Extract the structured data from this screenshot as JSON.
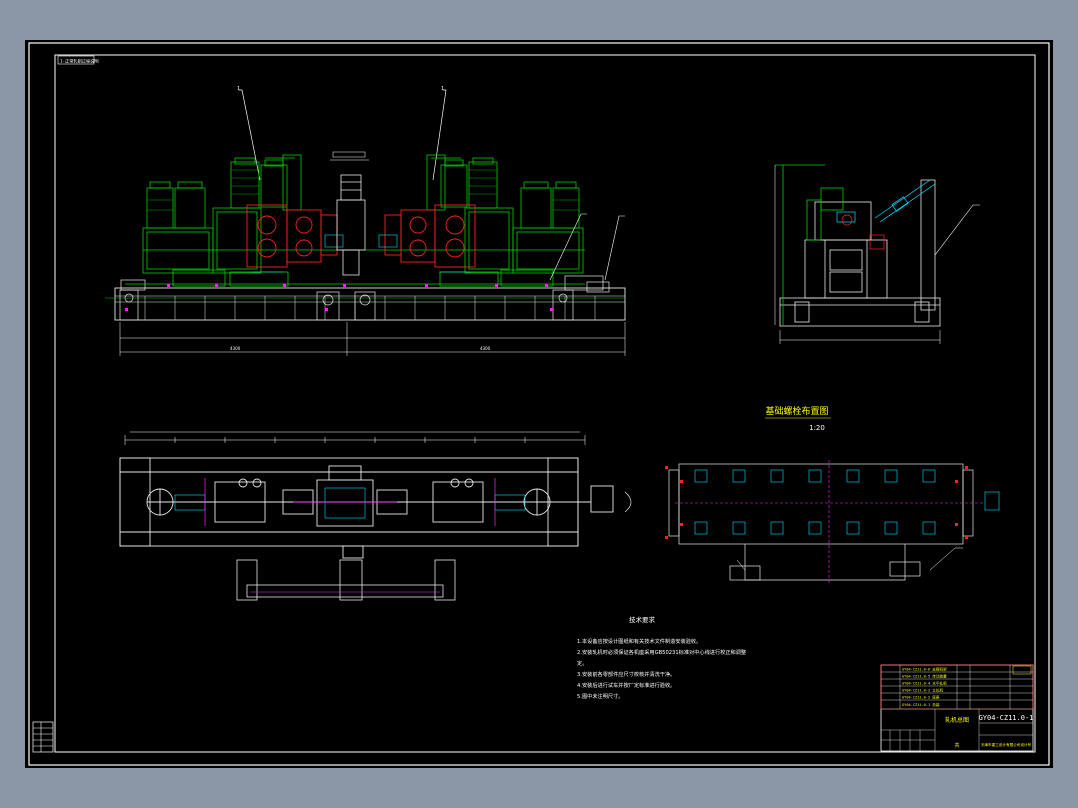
{
  "drawing": {
    "corner_tag": "1-正常轧制过程说明",
    "plan_title": "基础螺栓布置图",
    "plan_scale": "1:20",
    "drawing_number": "GY04-CZ11.0-1",
    "assembly_name": "轧机总图",
    "sheet_word": "共",
    "company": "天津市重工设计有限公司设计号"
  },
  "notes": {
    "heading": "技术要求",
    "lines": [
      "1.本设备应按设计图纸和有关技术文件制造安装验收。",
      "2.安装轧机时必须保证各机座采用GB50231标准对中心线进行校正和调整",
      "定。",
      "3.安装前各零部件应尺寸校核并清洗干净。",
      "4.安装后进行试车并按厂定标准进行验收。",
      "5.图中未注明尺寸。"
    ]
  },
  "bom_rows": [
    "GY04-CZ11.0-6  支撑机架",
    "GY04-CZ11.0-5  传动装置",
    "GY04-CZ11.0-4  水平轧机",
    "GY04-CZ11.0-3  立轧机",
    "GY04-CZ11.0-2  底座",
    "GY04-CZ11.0-1  总装"
  ],
  "colors": {
    "sheet": "#000000",
    "frame": "#ffffff",
    "machine_green": "#00d000",
    "red": "#ff2020",
    "cyan": "#00e0ff",
    "magenta": "#ff20ff",
    "yellow": "#ffff00",
    "white_line": "#e8e8e8"
  },
  "icons": [
    "stamp-icon"
  ]
}
